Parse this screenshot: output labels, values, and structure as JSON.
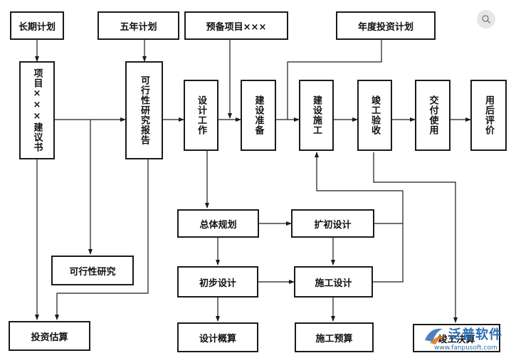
{
  "nodes": {
    "long_term_plan": "长期计划",
    "five_year_plan": "五年计划",
    "reserve_project": "预备项目×××",
    "annual_investment_plan": "年度投资计划",
    "project_proposal": "项目×××建议书",
    "feasibility_report": "可行性研究报告",
    "design_work": "设计工作",
    "construction_prep": "建设准备",
    "construction": "建设施工",
    "completion_acceptance": "竣工验收",
    "delivery_use": "交付使用",
    "post_evaluation": "用后评价",
    "overall_planning": "总体规划",
    "preliminary_design_ext": "扩初设计",
    "feasibility_study": "可行性研究",
    "preliminary_design": "初步设计",
    "construction_design": "施工设计",
    "investment_estimate": "投资估算",
    "design_estimate": "设计概算",
    "construction_budget": "施工预算",
    "completion_settlement": "竣工决算"
  },
  "watermark": {
    "brand": "泛普软件",
    "url": "www.fanpusoft.com"
  },
  "colors": {
    "line": "#1a1a1a",
    "watermark": "#2a6cb3"
  },
  "icons": [
    "search-icon",
    "watermark-logo-icon"
  ]
}
